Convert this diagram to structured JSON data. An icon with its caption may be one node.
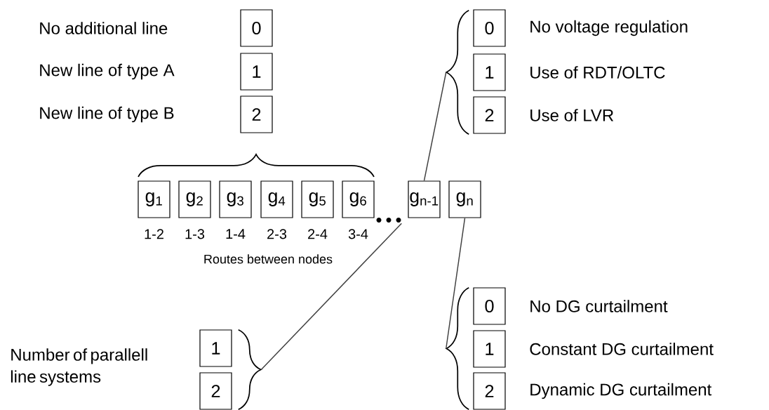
{
  "diagram": {
    "nodes": [
      {
        "text": [
          "0"
        ]
      },
      {
        "text": [
          "1"
        ]
      },
      {
        "text": [
          "2"
        ]
      },
      {
        "text": [
          "g$_{1}$"
        ],
        "beside": [
          "1-2"
        ]
      },
      {
        "text": [
          "g$_{2}$"
        ],
        "beside": [
          "1-3"
        ]
      },
      {
        "text": [
          "g$_{3}$"
        ],
        "beside": [
          "1-4"
        ]
      },
      {
        "text": [
          "g$_{4}$"
        ],
        "beside": [
          "2-3"
        ]
      },
      {
        "text": [
          "g$_{5}$"
        ],
        "beside": [
          "2-4"
        ]
      },
      {
        "text": [
          "g$_{6}$"
        ],
        "beside": [
          "3-4"
        ]
      },
      {
        "text": [],
        "shape": "dots"
      },
      {
        "text": [
          "g$_{n-1}$"
        ]
      },
      {
        "text": [
          "g$_{n}$"
        ]
      },
      {
        "text": [],
        "shape": "brace"
      },
      {
        "text": [
          "0"
        ],
        "beside": [
          "No voltage regulation"
        ]
      },
      {
        "text": [
          "1"
        ],
        "beside": [
          "Use of RDT/OLTC"
        ]
      },
      {
        "text": [
          "2"
        ],
        "beside": [
          "Use of LVR"
        ]
      },
      {
        "text": [],
        "shape": "brace"
      },
      {
        "text": [
          "0"
        ],
        "beside": [
          "No DG curtailment"
        ]
      },
      {
        "text": [
          "1"
        ],
        "beside": [
          "Constant DG curtailment"
        ]
      },
      {
        "text": [
          "2"
        ],
        "beside": [
          "Dynamic DG curtailment"
        ]
      },
      {
        "text": [],
        "shape": "brace"
      },
      {
        "text": [
          "1"
        ]
      },
      {
        "text": [
          "2"
        ]
      }
    ],
    "edges": [
      {
        "from": 12,
        "to": 10,
        "arrow": "none"
      },
      {
        "from": 16,
        "to": 11,
        "arrow": "none"
      },
      {
        "from": 20,
        "to": 9,
        "arrow": "none"
      }
    ],
    "labels": [
      "No additional line",
      "New line of type A",
      "New line of type B",
      "Routes between nodes",
      "Number of parallell line systems"
    ]
  }
}
